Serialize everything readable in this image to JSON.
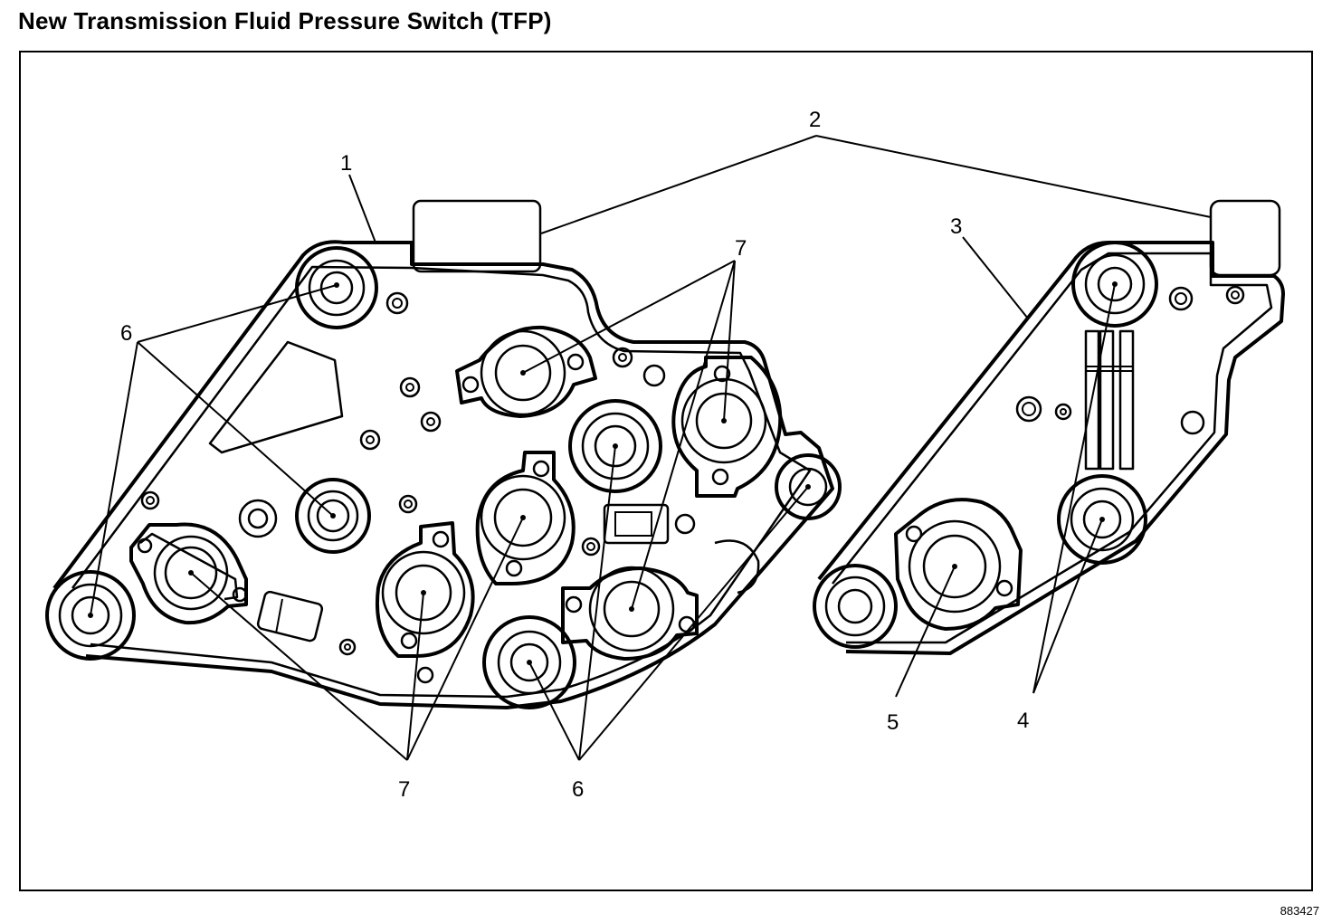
{
  "title": "New Transmission Fluid Pressure Switch (TFP)",
  "figure_id": "883427",
  "callouts": {
    "c1": "1",
    "c2": "2",
    "c3": "3",
    "c4": "4",
    "c5": "5",
    "c6a": "6",
    "c6b": "6",
    "c7a": "7",
    "c7b": "7"
  }
}
